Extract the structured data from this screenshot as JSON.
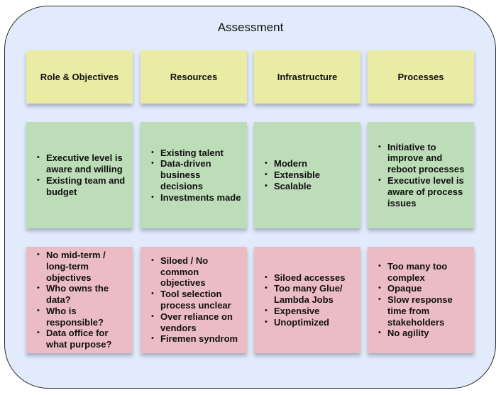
{
  "title": "Assessment",
  "colors": {
    "board_background": "#e1ebfc",
    "header_sticky": "#eaeca5",
    "strength_sticky": "#bddcb8",
    "weakness_sticky": "#ecbcc4"
  },
  "columns": [
    {
      "header": "Role & Objectives",
      "strengths": [
        "Executive level is aware and willing",
        "Existing team and budget"
      ],
      "weaknesses": [
        "No mid-term / long-term objectives",
        "Who owns the data?",
        "Who is responsible?",
        "Data office for what purpose?"
      ]
    },
    {
      "header": "Resources",
      "strengths": [
        "Existing talent",
        "Data-driven business decisions",
        "Investments made"
      ],
      "weaknesses": [
        "Siloed / No common objectives",
        "Tool selection process unclear",
        "Over reliance on vendors",
        "Firemen syndrom"
      ]
    },
    {
      "header": "Infrastructure",
      "strengths": [
        "Modern",
        "Extensible",
        "Scalable"
      ],
      "weaknesses": [
        "Siloed accesses",
        "Too many Glue/ Lambda Jobs",
        "Expensive",
        "Unoptimized"
      ]
    },
    {
      "header": "Processes",
      "strengths": [
        "Initiative to improve and reboot processes",
        "Executive level is aware of process issues"
      ],
      "weaknesses": [
        "Too many too complex",
        "Opaque",
        "Slow response time from stakeholders",
        "No agility"
      ]
    }
  ]
}
